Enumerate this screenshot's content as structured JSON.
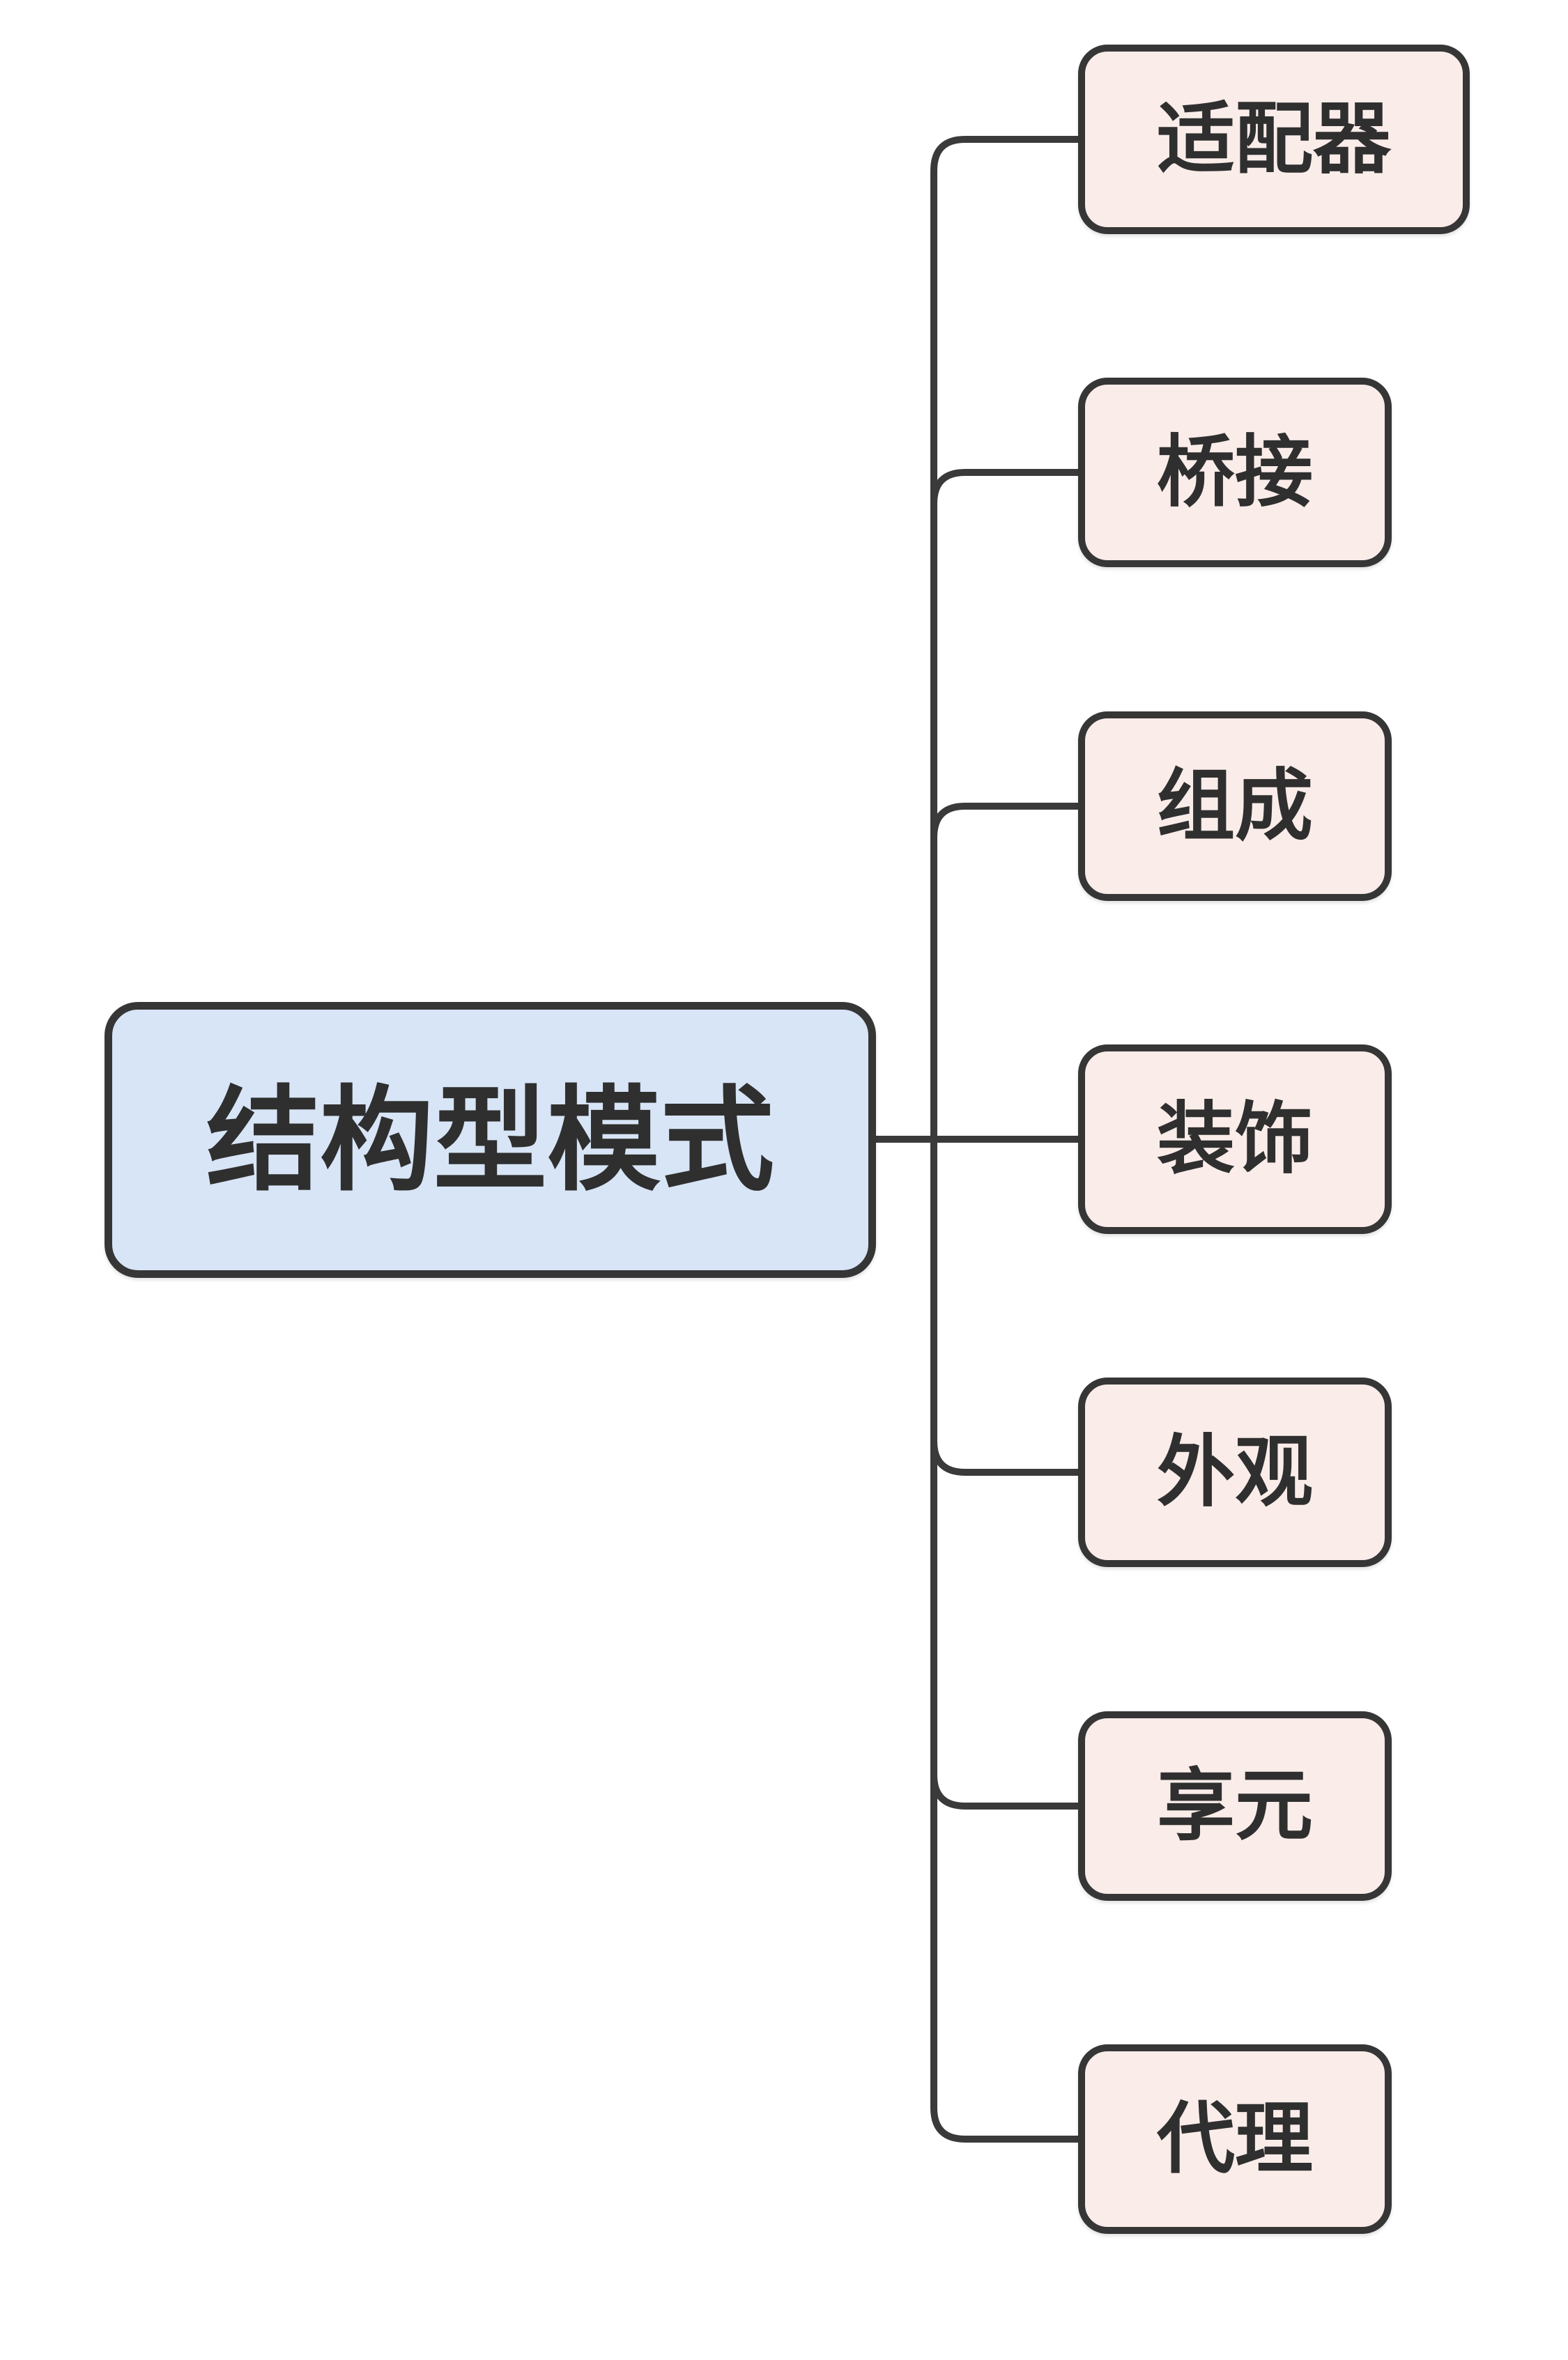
{
  "diagram": {
    "type": "mindmap",
    "root": {
      "label": "结构型模式"
    },
    "children": [
      {
        "label": "适配器"
      },
      {
        "label": "桥接"
      },
      {
        "label": "组成"
      },
      {
        "label": "装饰"
      },
      {
        "label": "外观"
      },
      {
        "label": "享元"
      },
      {
        "label": "代理"
      }
    ],
    "colors": {
      "background": "#ffffff",
      "root_fill": "#d7e5f6",
      "root_border": "#363636",
      "child_fill": "#f9ece9",
      "child_border": "#363636",
      "connector": "#3a3a3a",
      "text": "#2f2f2f"
    }
  }
}
